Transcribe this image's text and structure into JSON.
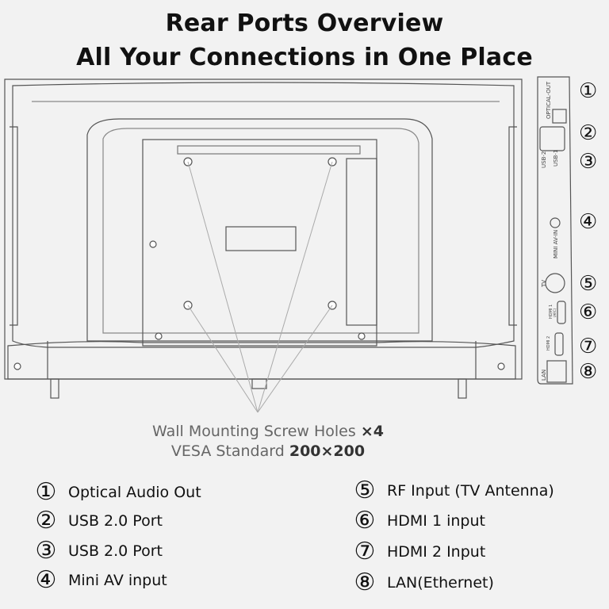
{
  "title": {
    "line1": "Rear Ports Overview",
    "line2": "All Your Connections in One Place"
  },
  "caption": {
    "line1_text": "Wall Mounting Screw Holes ",
    "line1_bold": "×4",
    "line2_text": "VESA Standard ",
    "line2_bold": "200×200"
  },
  "port_panel_labels": {
    "optical": "OPTICAL-OUT",
    "usb2": "USB-2",
    "usb1": "USB-1",
    "miniav": "MINI AV-IN",
    "tv": "TV",
    "hdmi1": "HDMI 1",
    "hdmi1_arc": "(ARC)",
    "hdmi2": "HDMI 2",
    "lan": "LAN"
  },
  "panel_numbers": [
    "①",
    "②",
    "③",
    "④",
    "⑤",
    "⑥",
    "⑦",
    "⑧"
  ],
  "legend": [
    {
      "num": "①",
      "label": "Optical Audio Out"
    },
    {
      "num": "②",
      "label": "USB 2.0 Port"
    },
    {
      "num": "③",
      "label": "USB 2.0 Port"
    },
    {
      "num": "④",
      "label": "Mini AV input"
    },
    {
      "num": "⑤",
      "label": "RF Input (TV Antenna)"
    },
    {
      "num": "⑥",
      "label": "HDMI 1 input"
    },
    {
      "num": "⑦",
      "label": "HDMI 2 Input"
    },
    {
      "num": "⑧",
      "label": "LAN(Ethernet)"
    }
  ],
  "colors": {
    "background": "#f2f2f2",
    "line": "#555555",
    "caption": "#666666"
  }
}
